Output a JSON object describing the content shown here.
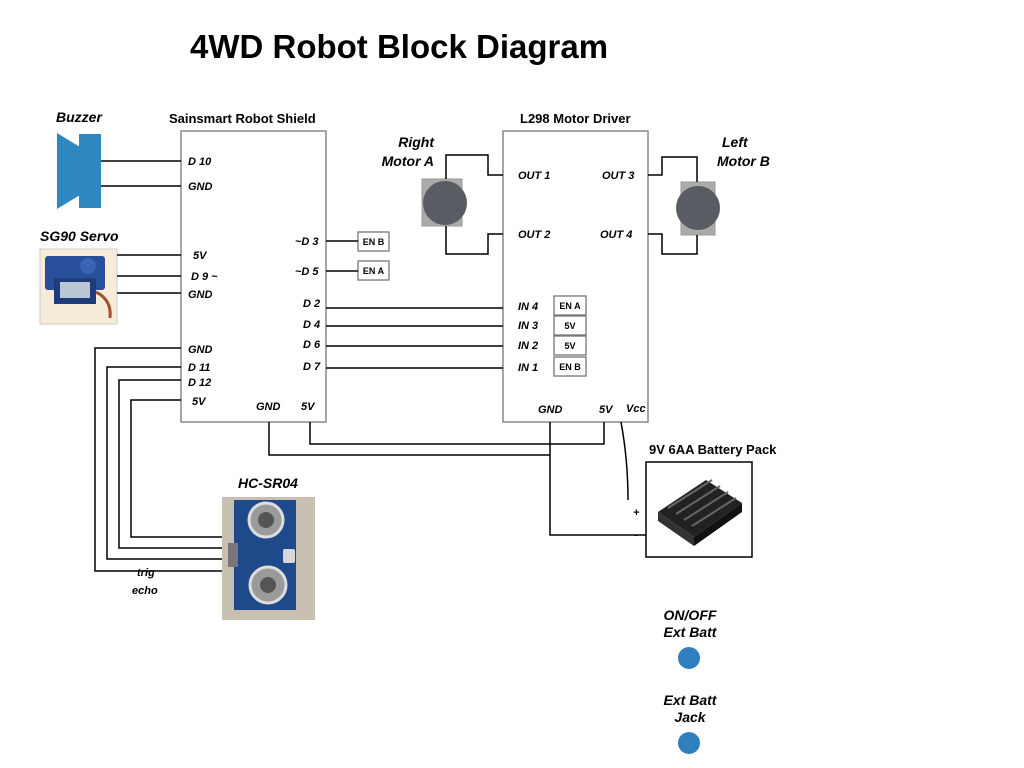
{
  "title": "4WD Robot Block Diagram",
  "components": {
    "buzzer": "Buzzer",
    "servo": "SG90 Servo",
    "shield": "Sainsmart Robot Shield",
    "driver": "L298 Motor Driver",
    "motor_a": [
      "Right",
      "Motor A"
    ],
    "motor_b": [
      "Left",
      "Motor B"
    ],
    "battery": "9V 6AA Battery Pack",
    "sonar": "HC-SR04",
    "switch": [
      "ON/OFF",
      "Ext Batt"
    ],
    "jack": [
      "Ext Batt",
      "Jack"
    ]
  },
  "shield_pins": {
    "d10": "D 10",
    "gnd1": "GND",
    "servo_5v": "5V",
    "d9": "D 9 ~",
    "gnd2": "GND",
    "d3": "~D 3",
    "d5": "~D 5",
    "d2": "D 2",
    "d4": "D 4",
    "d6": "D 6",
    "d7": "D 7",
    "gnd3": "GND",
    "d11": "D 11",
    "d12": "D 12",
    "sonar_5v": "5V",
    "bottom_gnd": "GND",
    "bottom_5v": "5V"
  },
  "shield_tags": {
    "d3": "EN B",
    "d5": "EN A"
  },
  "driver_pins": {
    "out1": "OUT 1",
    "out2": "OUT 2",
    "out3": "OUT 3",
    "out4": "OUT 4",
    "in4": "IN 4",
    "in3": "IN 3",
    "in2": "IN 2",
    "in1": "IN 1",
    "gnd": "GND",
    "v5": "5V",
    "vcc": "Vcc"
  },
  "driver_tags": {
    "in4": "EN A",
    "in3": "5V",
    "in2": "5V",
    "in1": "EN B"
  },
  "battery_terminals": {
    "plus": "+",
    "minus": "-"
  },
  "sonar_labels": {
    "trig": "trig",
    "echo": "echo"
  },
  "colors": {
    "buzzer": "#2f87c0",
    "button": "#2f7fbf",
    "motor_body": "#aaaaaa",
    "motor_hub": "#595d63"
  }
}
